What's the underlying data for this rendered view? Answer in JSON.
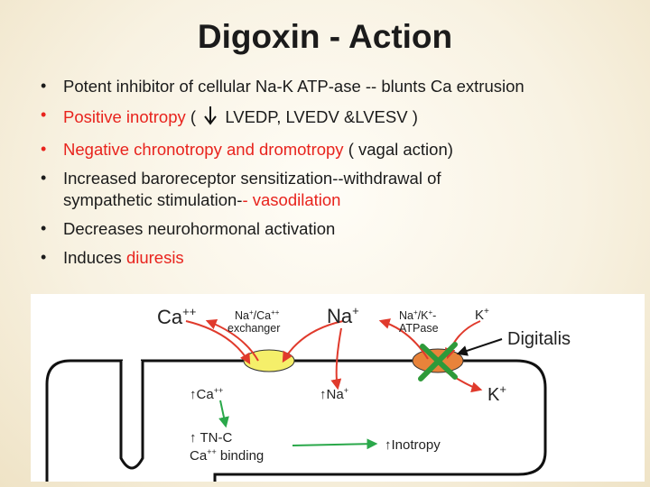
{
  "slide": {
    "title": "Digoxin - Action",
    "bullets": [
      {
        "text": "Potent inhibitor of cellular Na-K ATP-ase -- blunts Ca extrusion"
      },
      {
        "red": "Positive inotropy",
        "text_before_arrow": " ( ",
        "arrow_icon": "down-arrow-icon",
        "text_after_arrow": "LVEDP, LVEDV &LVESV )"
      },
      {
        "red": "Negative chronotropy and dromotropy",
        "text": " ( vagal action)"
      },
      {
        "text_line1": "Increased baroreceptor sensitization--withdrawal of",
        "text_line2": "sympathetic stimulation-",
        "red": "- vasodilation"
      },
      {
        "text": "Decreases neurohormonal activation"
      },
      {
        "text": "Induces ",
        "red": "diuresis"
      }
    ],
    "accent_red": "#e8231d"
  },
  "diagram": {
    "ca_out": "Ca",
    "ca_out_sup": "++",
    "exchanger_line1": "Na",
    "exchanger_sup1": "+",
    "exchanger_mid": "/Ca",
    "exchanger_sup2": "++",
    "exchanger_line2": "exchanger",
    "na_out": "Na",
    "na_out_sup": "+",
    "pump_line1": "Na",
    "pump_sup1": "+",
    "pump_mid": "/K",
    "pump_sup2": "+",
    "pump_tail": "-",
    "pump_line2": "ATPase",
    "k_out": "K",
    "k_out_sup": "+",
    "digitalis": "Digitalis",
    "ca_in_arrow": "↑",
    "ca_in": "Ca",
    "ca_in_sup": "++",
    "na_in_arrow": "↑",
    "na_in": "Na",
    "na_in_sup": "+",
    "k_in": "K",
    "k_in_sup": "+",
    "tnc_arrow": "↑",
    "tnc_line1": "TN-C",
    "tnc_line2_sup": "++",
    "tnc_line2_pre": "Ca",
    "tnc_line2": " binding",
    "inotropy_arrow": "↑",
    "inotropy": "Inotropy",
    "colors": {
      "exchanger": "#f5ef6a",
      "pump": "#e8833a",
      "block_x": "#2e9a3a",
      "ion_arrows": "#e03a2c",
      "signal_arrows": "#2aa84a"
    }
  }
}
